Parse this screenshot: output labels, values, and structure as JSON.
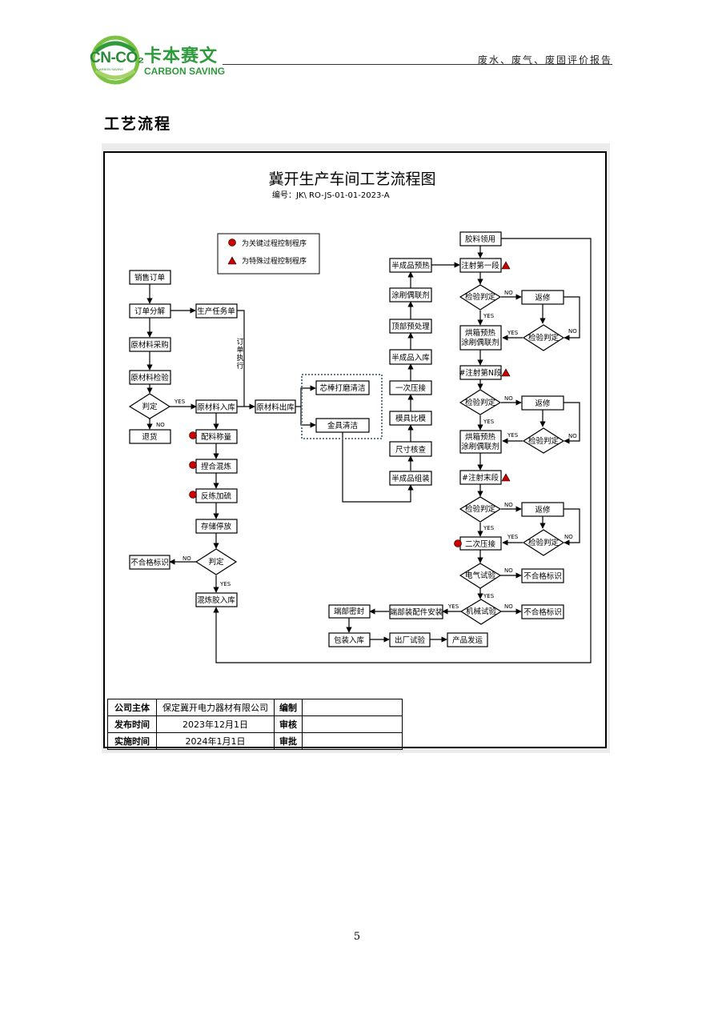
{
  "header": {
    "logo_cn": "CN-CO₂",
    "logo_sub": "CARBON SAVING",
    "logo_zh": "卡本赛文",
    "logo_en": "CARBON SAVING",
    "report": "废水、废气、废固评价报告"
  },
  "section_title": "工艺流程",
  "chart": {
    "title": "冀开生产车间工艺流程图",
    "code": "编号：JK\\ RO-JS-01-01-2023-A",
    "legend": {
      "key": "为关键过程控制程序",
      "special": "为特殊过程控制程序"
    },
    "nodes": {
      "sales_order": "销售订单",
      "order_split": "订单分解",
      "task_sheet": "生产任务单",
      "order_exec": "订单执行",
      "raw_purchase": "原材料采购",
      "raw_inspect": "原材料检验",
      "judge1": "判定",
      "return": "退货",
      "raw_in": "原材料入库",
      "raw_out": "原材料出库",
      "weigh": "配料称量",
      "mix": "捏合混炼",
      "refine": "反练加硫",
      "store": "存储停放",
      "judge2": "判定",
      "reject1": "不合格标识",
      "mixed_in": "混炼胶入库",
      "core_clean": "芯棒打磨清洁",
      "metal_clean": "金具清洁",
      "semi_preheat": "半成品预热",
      "coupling": "涂刷偶联剂",
      "top_treat": "顶部预处理",
      "semi_in": "半成品入库",
      "press1": "一次压接",
      "mold": "模具比模",
      "size_check": "尺寸核查",
      "semi_assy": "半成品组装",
      "rubber_use": "胶料领用",
      "inject1": "注射第一段",
      "check1": "检验判定",
      "repair1": "返修",
      "oven1": "烘箱预热\n涂刷偶联剂",
      "check1b": "检验判定",
      "injectN": "#注射第N段",
      "check2": "检验判定",
      "repair2": "返修",
      "oven2": "烘箱预热\n涂刷偶联剂",
      "check2b": "检验判定",
      "injectEnd": "#注射末段",
      "check3": "检验判定",
      "repair3": "返修",
      "press2": "二次压接",
      "check3b": "检验判定",
      "elec": "电气试验",
      "reject2": "不合格标识",
      "mech": "机械试验",
      "reject3": "不合格标识",
      "end_fit": "端部装配件安装",
      "seal": "端部密封",
      "pack": "包装入库",
      "factory_test": "出厂试验",
      "ship": "产品发运"
    },
    "yes": "YES",
    "no": "NO"
  },
  "info_table": {
    "company_k": "公司主体",
    "company_v": "保定冀开电力器材有限公司",
    "compile_k": "编制",
    "issue_k": "发布时间",
    "issue_v": "2023年12月1日",
    "review_k": "审核",
    "impl_k": "实施时间",
    "impl_v": "2024年1月1日",
    "approve_k": "审批"
  },
  "page_number": "5",
  "colors": {
    "brand_green": "#2f9a3c",
    "key_red": "#cc0000"
  }
}
